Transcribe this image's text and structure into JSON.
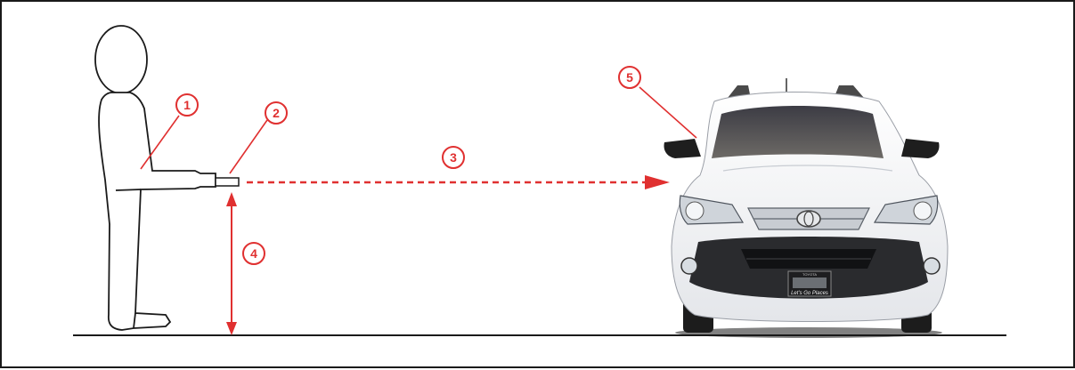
{
  "callouts": [
    {
      "id": "1",
      "label": "1"
    },
    {
      "id": "2",
      "label": "2"
    },
    {
      "id": "3",
      "label": "3"
    },
    {
      "id": "4",
      "label": "4"
    },
    {
      "id": "5",
      "label": "5"
    }
  ],
  "vehicle": {
    "plate_text": "Let's Go Places",
    "plate_brand": "TOYOTA"
  },
  "colors": {
    "callout": "#e03030",
    "outline": "#1a1a1a"
  }
}
